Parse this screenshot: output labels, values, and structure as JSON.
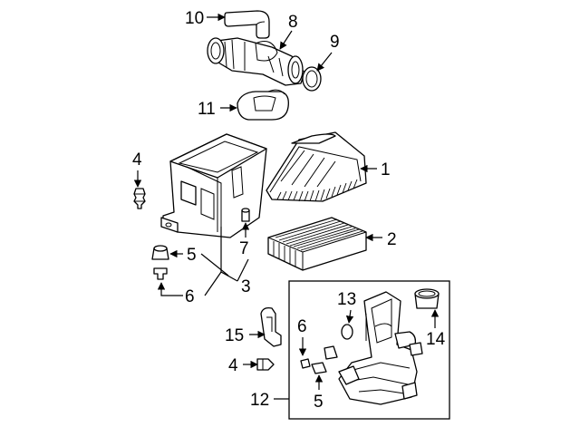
{
  "callouts": {
    "c10": "10",
    "c8": "8",
    "c9": "9",
    "c11": "11",
    "c4a": "4",
    "c1": "1",
    "c7": "7",
    "c2": "2",
    "c5a": "5",
    "c3": "3",
    "c6a": "6",
    "c13": "13",
    "c14": "14",
    "c15": "15",
    "c6b": "6",
    "c4b": "4",
    "c5b": "5",
    "c12": "12"
  },
  "parts": [
    "air-cleaner-cover",
    "air-filter-element",
    "air-cleaner-lower-case",
    "mounting-grommet",
    "mounting-collar",
    "mounting-bolt",
    "retaining-clip",
    "intake-tube",
    "o-ring-seal",
    "breather-hose",
    "intake-duct",
    "resonator-assembly",
    "resonator-grommet",
    "resonator-cap",
    "resonator-bracket"
  ]
}
